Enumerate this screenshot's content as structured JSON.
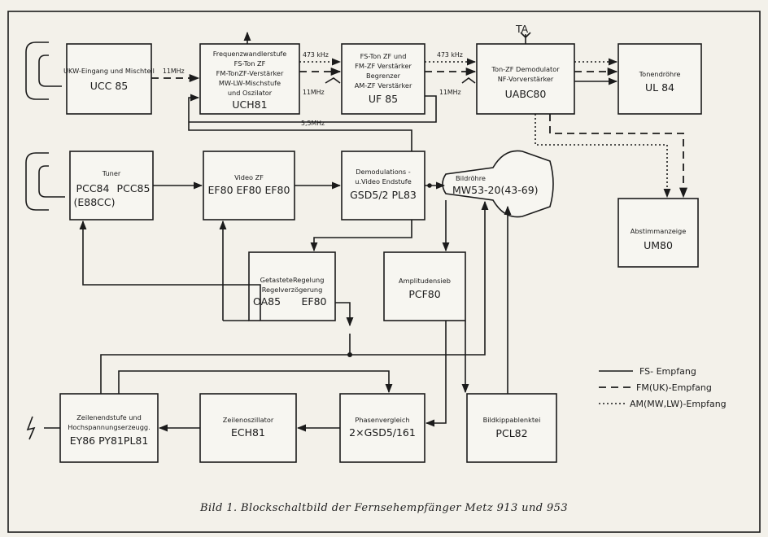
{
  "frequencies": {
    "if_473_left": "473 kHz",
    "if_473_right": "473 kHz",
    "mhz11_a": "11MHz",
    "mhz11_b": "11MHz",
    "mhz11_c": "11MHz",
    "mhz55": "5,5MHz"
  },
  "blocks": {
    "ukw": {
      "lines": [
        "UKW-Eingang und Mischteil"
      ],
      "tube": "UCC 85"
    },
    "uch81": {
      "lines": [
        "Frequenzwandlerstufe",
        "FS-Ton ZF",
        "FM-TonZF-Verstärker",
        "MW-LW-Mischstufe",
        "und Oszilator"
      ],
      "tube": "UCH81"
    },
    "uf85": {
      "lines": [
        "FS-Ton ZF und",
        "FM-ZF Verstärker",
        "Begrenzer",
        "AM-ZF Verstärker"
      ],
      "tube": "UF 85"
    },
    "uabc80": {
      "lines": [
        "Ton-ZF Demodulator",
        "NF-Vorverstärker"
      ],
      "tube": "UABC80"
    },
    "ul84": {
      "lines": [
        "Tonendröhre"
      ],
      "tube": "UL 84"
    },
    "tuner": {
      "lines": [
        "Tuner"
      ],
      "tubes": [
        "PCC84",
        "PCC85",
        "(E88CC)"
      ]
    },
    "videozf": {
      "lines": [
        "Video ZF"
      ],
      "tube": "EF80 EF80 EF80"
    },
    "demod": {
      "lines": [
        "Demodulations -",
        "u.Video Endstufe"
      ],
      "tube": "GSD5/2  PL83"
    },
    "bildroehre": {
      "label": "Bildröhre",
      "tube": "MW53-20(43-69)"
    },
    "abstimm": {
      "lines": [
        "Abstimmanzeige"
      ],
      "tube": "UM80"
    },
    "getastet": {
      "lines": [
        "GetasteteRegelung",
        "Regelverzögerung"
      ],
      "tubes": [
        "OA85",
        "EF80"
      ]
    },
    "amplitudensieb": {
      "lines": [
        "Amplitudensieb"
      ],
      "tube": "PCF80"
    },
    "zeilenend": {
      "lines": [
        "Zeilenendstufe und",
        "Hochspannungserzeugg."
      ],
      "tube": "EY86 PY81PL81"
    },
    "zeilenosz": {
      "lines": [
        "Zeilenoszillator"
      ],
      "tube": "ECH81"
    },
    "phasen": {
      "lines": [
        "Phasenvergleich"
      ],
      "tube": "2×GSD5/161"
    },
    "bildkipp": {
      "lines": [
        "Bildkippablenktei"
      ],
      "tube": "PCL82"
    }
  },
  "ta_label": "TA",
  "legend": {
    "fs": "FS- Empfang",
    "fm": "FM(UK)-Empfang",
    "am": "AM(MW,LW)-Empfang"
  },
  "caption": "Bild 1. Blockschaltbild der Fernsehempfänger Metz 913 und 953"
}
